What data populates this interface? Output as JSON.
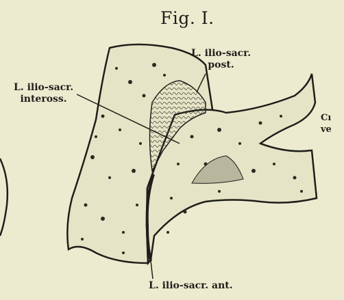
{
  "figure": {
    "title": "Fig. I."
  },
  "labels": {
    "ilio_sacr_post": [
      "L. ilio-sacr.",
      "post."
    ],
    "ilio_sacr_inteross": [
      "L. ilio-sacr.",
      "inteross."
    ],
    "ilio_sacr_ant": "L. ilio-sacr. ant.",
    "cut_off_right": [
      "Cı",
      "ve"
    ]
  },
  "colors": {
    "paper": "#ecebcf",
    "ink": "#1e1e1a",
    "bone_fill": "#e6e4c6"
  }
}
